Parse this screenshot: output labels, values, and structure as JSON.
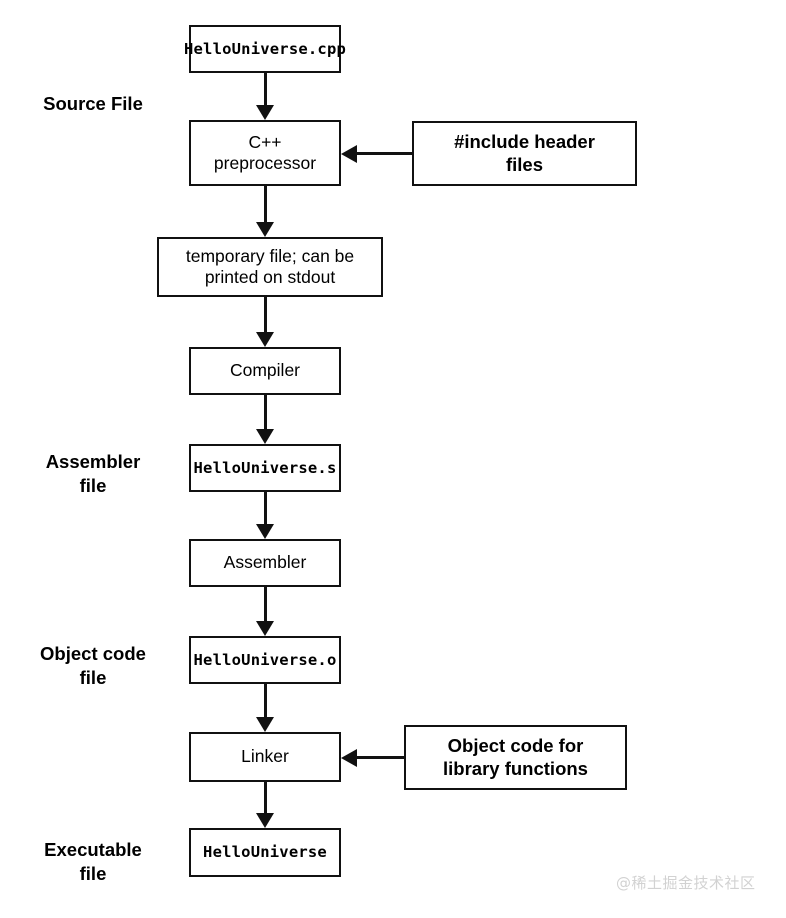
{
  "diagram": {
    "title": "C++ compilation pipeline",
    "watermark": "@稀土掘金技术社区",
    "colors": {
      "stroke": "#111111",
      "background": "#ffffff",
      "text": "#000000",
      "watermark": "#d2d2d2"
    }
  },
  "stage_labels": [
    {
      "text": "Source File"
    },
    {
      "text": "Assembler\nfile"
    },
    {
      "text": "Object code\nfile"
    },
    {
      "text": "Executable\nfile"
    }
  ],
  "nodes": [
    {
      "id": "source-file",
      "text": "HelloUniverse.cpp",
      "style": "mono"
    },
    {
      "id": "preprocessor",
      "text": "C++\npreprocessor",
      "style": "sans"
    },
    {
      "id": "temporary-file",
      "text": "temporary file; can be\nprinted on stdout",
      "style": "sans"
    },
    {
      "id": "compiler",
      "text": "Compiler",
      "style": "sans"
    },
    {
      "id": "assembly-file",
      "text": "HelloUniverse.s",
      "style": "mono"
    },
    {
      "id": "assembler",
      "text": "Assembler",
      "style": "sans"
    },
    {
      "id": "object-file",
      "text": "HelloUniverse.o",
      "style": "mono"
    },
    {
      "id": "linker",
      "text": "Linker",
      "style": "sans"
    },
    {
      "id": "executable-file",
      "text": "HelloUniverse",
      "style": "mono"
    }
  ],
  "side_nodes": [
    {
      "id": "include-headers",
      "text": "#include header\nfiles",
      "style": "sans-bold",
      "target": "preprocessor"
    },
    {
      "id": "library-objects",
      "text": "Object code for\nlibrary functions",
      "style": "sans-bold",
      "target": "linker"
    }
  ],
  "edges": [
    {
      "from": "source-file",
      "to": "preprocessor",
      "direction": "down"
    },
    {
      "from": "preprocessor",
      "to": "temporary-file",
      "direction": "down"
    },
    {
      "from": "temporary-file",
      "to": "compiler",
      "direction": "down"
    },
    {
      "from": "compiler",
      "to": "assembly-file",
      "direction": "down"
    },
    {
      "from": "assembly-file",
      "to": "assembler",
      "direction": "down"
    },
    {
      "from": "assembler",
      "to": "object-file",
      "direction": "down"
    },
    {
      "from": "object-file",
      "to": "linker",
      "direction": "down"
    },
    {
      "from": "linker",
      "to": "executable-file",
      "direction": "down"
    },
    {
      "from": "include-headers",
      "to": "preprocessor",
      "direction": "left"
    },
    {
      "from": "library-objects",
      "to": "linker",
      "direction": "left"
    }
  ]
}
